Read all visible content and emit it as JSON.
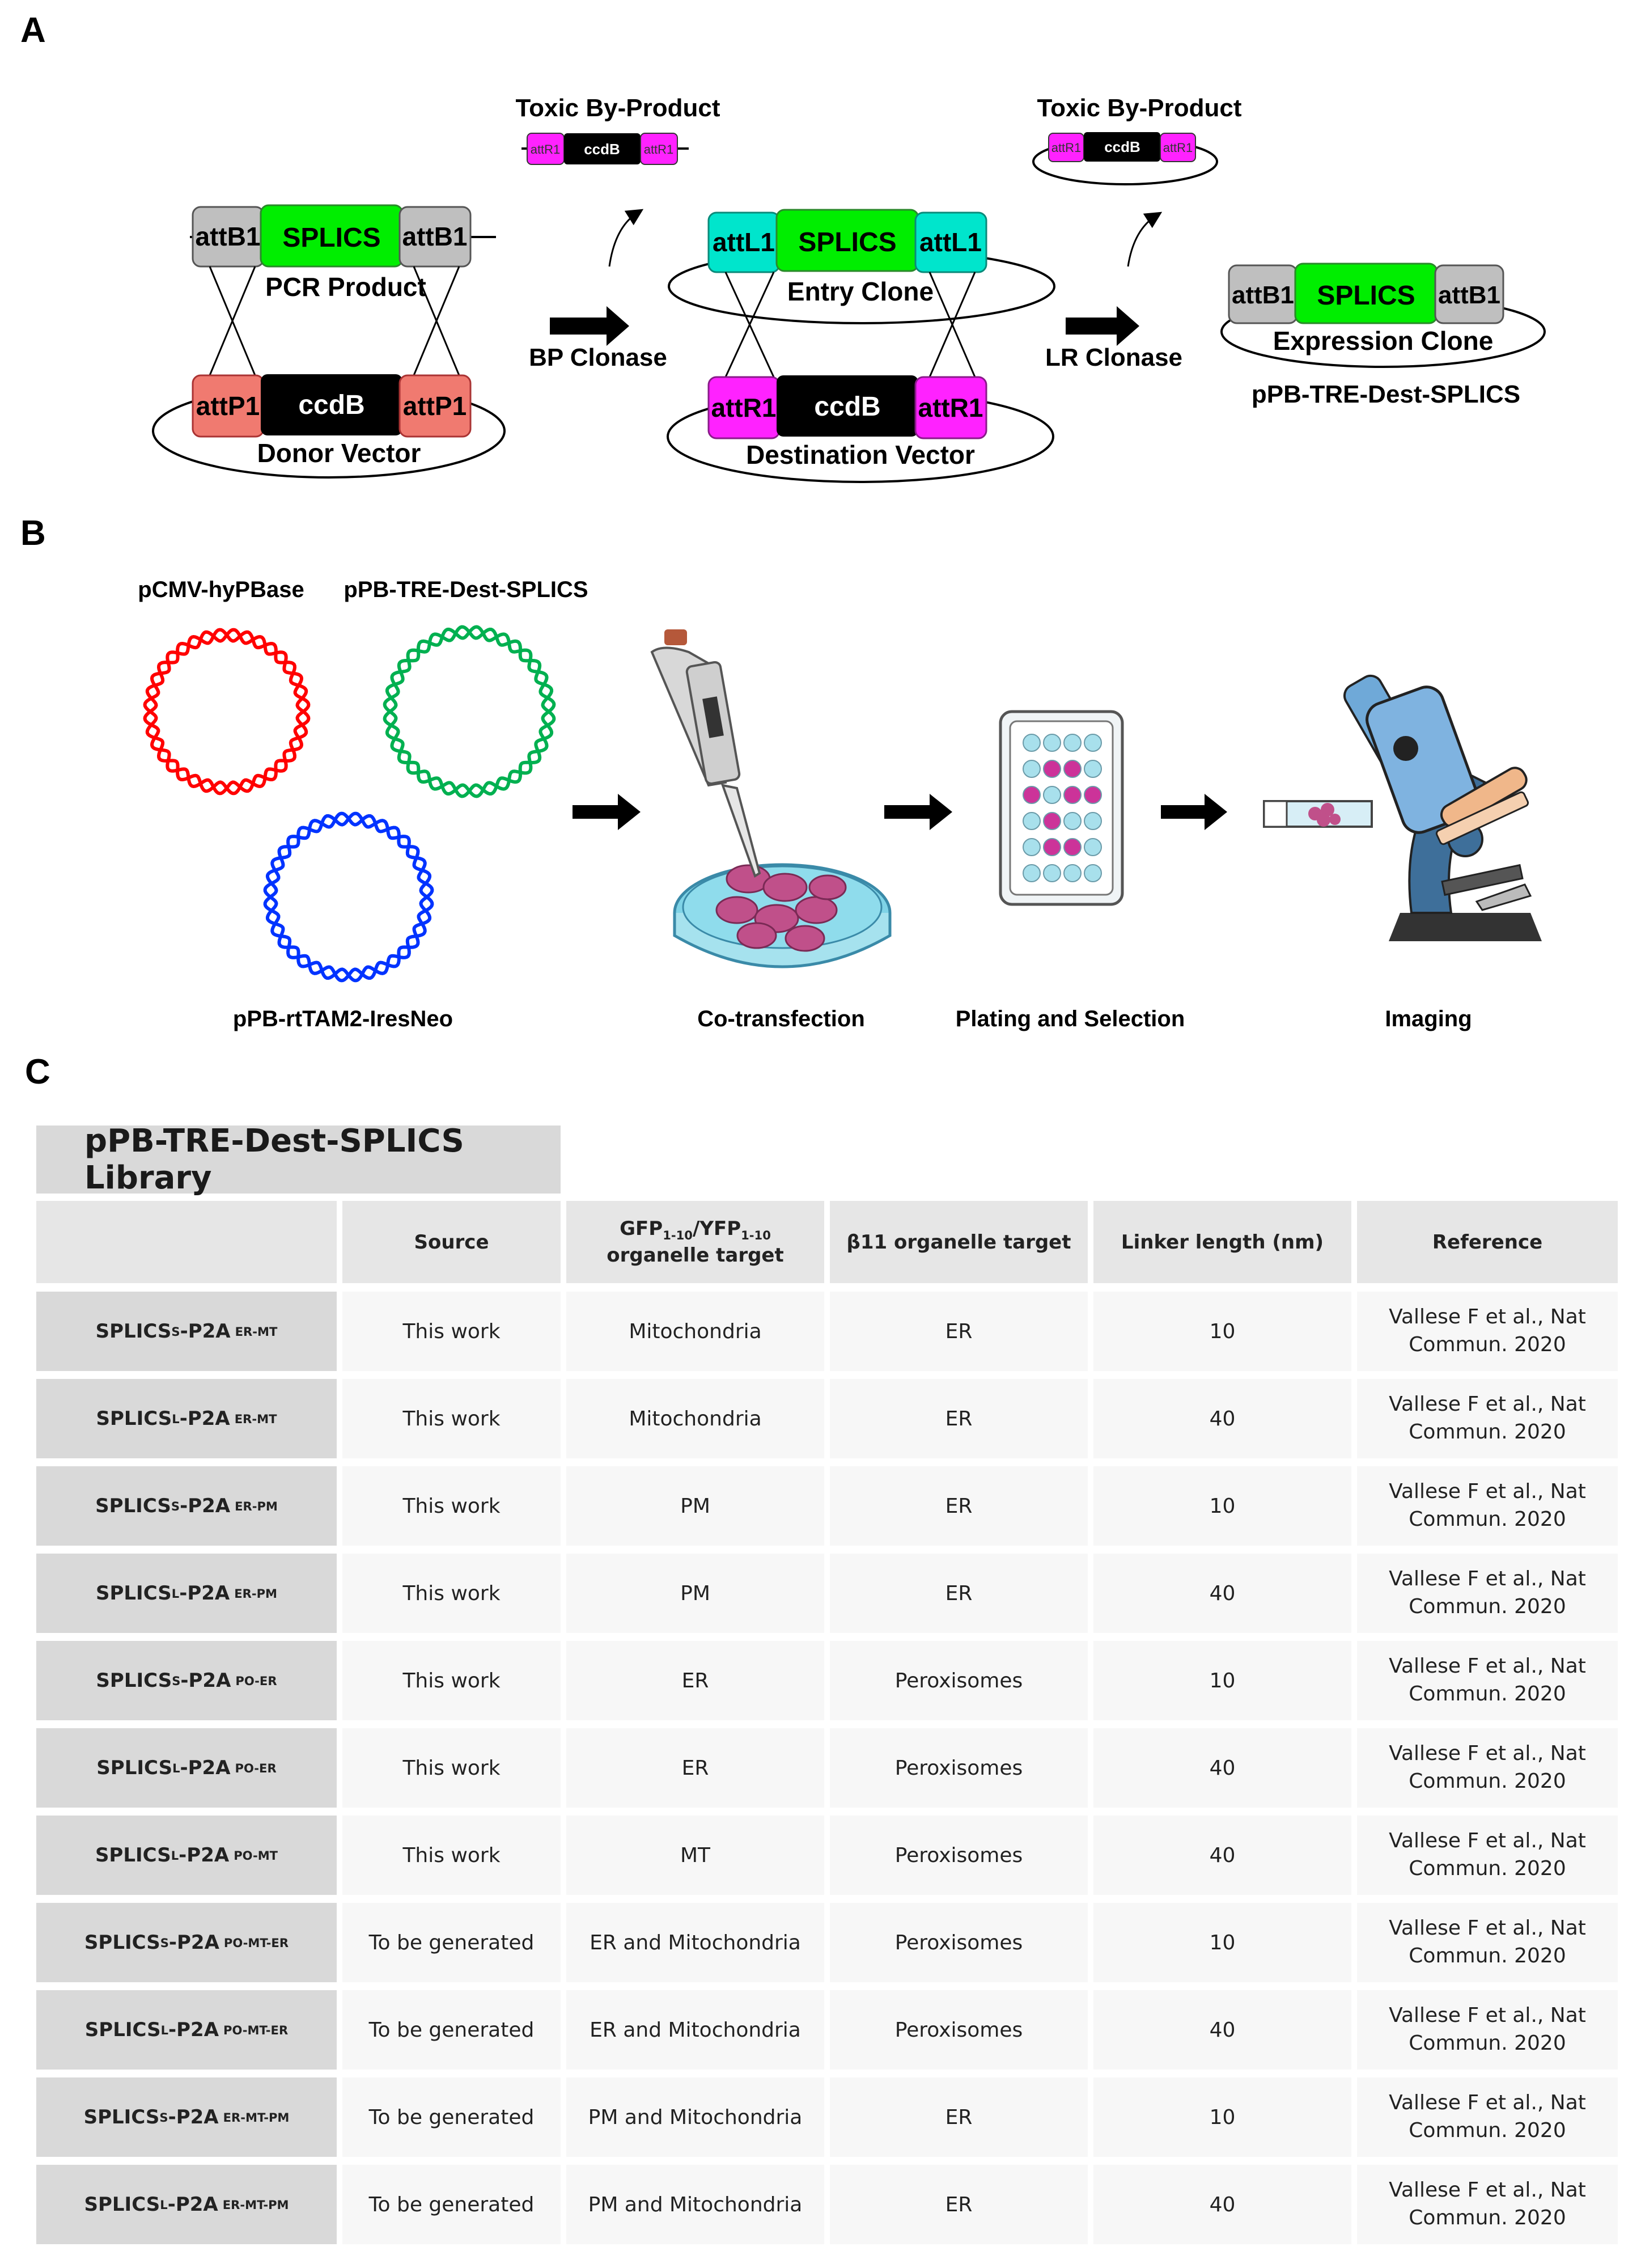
{
  "panels": {
    "a": "A",
    "b": "B",
    "c": "C"
  },
  "gateway": {
    "toxic1": "Toxic By-Product",
    "toxic2": "Toxic By-Product",
    "pcr_label": "PCR Product",
    "donor_label": "Donor Vector",
    "entry_label": "Entry Clone",
    "dest_label": "Destination Vector",
    "expr_label": "Expression Clone",
    "expr_name": "pPB-TRE-Dest-SPLICS",
    "bp": "BP Clonase",
    "lr": "LR Clonase",
    "attB1": "attB1",
    "attP1": "attP1",
    "attL1": "attL1",
    "attR1": "attR1",
    "splics": "SPLICS",
    "ccdB": "ccdB"
  },
  "workflow": {
    "plasmid1": "pCMV-hyPBase",
    "plasmid2": "pPB-TRE-Dest-SPLICS",
    "plasmid3": "pPB-rtTAM2-IresNeo",
    "step1": "Co-transfection",
    "step2": "Plating and Selection",
    "step3": "Imaging"
  },
  "colors": {
    "red": "#ff0000",
    "green": "#00b050",
    "blue": "#0033ff",
    "bright_green": "#00ee00",
    "cyan": "#00e5cc",
    "magenta": "#ff22ff",
    "salmon": "#f07a70",
    "grey": "#bfbfbf"
  },
  "table": {
    "title": "pPB-TRE-Dest-SPLICS Library",
    "headers": {
      "source": "Source",
      "gfp_a": "GFP",
      "gfp_sub": "1-10",
      "gfp_b": "/YFP",
      "yfp_sub": "1-10",
      "gfp_c": "organelle target",
      "b11": "β11 organelle target",
      "linker": "Linker length  (nm)",
      "reference": "Reference"
    },
    "rows": [
      {
        "name": "SPLICS",
        "sub": "S",
        "suffix": "-P2A",
        "sup": "ER-MT",
        "source": "This work",
        "gfp": "Mitochondria",
        "b11": "ER",
        "linker": "10",
        "ref1": "Vallese F et al., Nat",
        "ref2": "Commun. 2020"
      },
      {
        "name": "SPLICS",
        "sub": "L",
        "suffix": "-P2A",
        "sup": "ER-MT",
        "source": "This work",
        "gfp": "Mitochondria",
        "b11": "ER",
        "linker": "40",
        "ref1": "Vallese F et al., Nat",
        "ref2": "Commun. 2020"
      },
      {
        "name": "SPLICS",
        "sub": "S",
        "suffix": "-P2A",
        "sup": "ER-PM",
        "source": "This work",
        "gfp": "PM",
        "b11": "ER",
        "linker": "10",
        "ref1": "Vallese F et al., Nat",
        "ref2": "Commun. 2020"
      },
      {
        "name": "SPLICS",
        "sub": "L",
        "suffix": "-P2A",
        "sup": "ER-PM",
        "source": "This work",
        "gfp": "PM",
        "b11": "ER",
        "linker": "40",
        "ref1": "Vallese F et al., Nat",
        "ref2": "Commun. 2020"
      },
      {
        "name": "SPLICS",
        "sub": "S",
        "suffix": "-P2A",
        "sup": "PO-ER",
        "source": "This work",
        "gfp": "ER",
        "b11": "Peroxisomes",
        "linker": "10",
        "ref1": "Vallese F et al., Nat",
        "ref2": "Commun. 2020"
      },
      {
        "name": "SPLICS",
        "sub": "L",
        "suffix": "-P2A",
        "sup": "PO-ER",
        "source": "This work",
        "gfp": "ER",
        "b11": "Peroxisomes",
        "linker": "40",
        "ref1": "Vallese F et al., Nat",
        "ref2": "Commun. 2020"
      },
      {
        "name": "SPLICS",
        "sub": "L",
        "suffix": "-P2A",
        "sup": "PO-MT",
        "source": "This work",
        "gfp": "MT",
        "b11": "Peroxisomes",
        "linker": "40",
        "ref1": "Vallese F et al., Nat",
        "ref2": "Commun. 2020"
      },
      {
        "name": "SPLICS",
        "sub": "S",
        "suffix": "-P2A",
        "sup": "PO-MT-ER",
        "source": "To be generated",
        "gfp": "ER and Mitochondria",
        "b11": "Peroxisomes",
        "linker": "10",
        "ref1": "Vallese F et al., Nat",
        "ref2": "Commun. 2020"
      },
      {
        "name": "SPLICS",
        "sub": "L",
        "suffix": "-P2A",
        "sup": "PO-MT-ER",
        "source": "To be generated",
        "gfp": "ER and Mitochondria",
        "b11": "Peroxisomes",
        "linker": "40",
        "ref1": "Vallese F et al., Nat",
        "ref2": "Commun. 2020"
      },
      {
        "name": "SPLICS",
        "sub": "S",
        "suffix": "-P2A",
        "sup": "ER-MT-PM",
        "source": "To be generated",
        "gfp": "PM and Mitochondria",
        "b11": "ER",
        "linker": "10",
        "ref1": "Vallese F et al., Nat",
        "ref2": "Commun. 2020"
      },
      {
        "name": "SPLICS",
        "sub": "L",
        "suffix": "-P2A",
        "sup": "ER-MT-PM",
        "source": "To be generated",
        "gfp": "PM and Mitochondria",
        "b11": "ER",
        "linker": "40",
        "ref1": "Vallese F et al., Nat",
        "ref2": "Commun. 2020"
      }
    ]
  }
}
